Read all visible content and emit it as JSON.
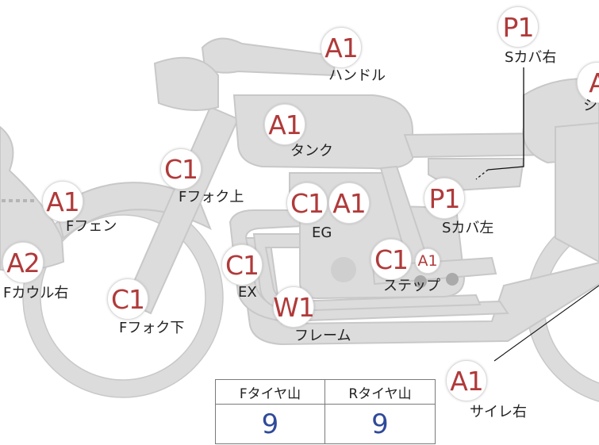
{
  "colors": {
    "body": "#dcdcdc",
    "outline": "#c4c4c4",
    "badge_text": "#b03a3a",
    "value_text": "#2f4a9a",
    "marker_dot": "#aaaaaa"
  },
  "badges": {
    "handle": "A1",
    "seat_cover_right": "P1",
    "seat_partial": "A",
    "tank": "A1",
    "front_fork_upper": "C1",
    "front_fender": "A1",
    "engine_c": "C1",
    "engine_a": "A1",
    "seat_cover_left": "P1",
    "front_cowl_right": "A2",
    "exhaust": "C1",
    "step_c": "C1",
    "step_a": "A1",
    "front_fork_lower": "C1",
    "frame": "W1",
    "silencer_right": "A1"
  },
  "labels": {
    "handle": "ハンドル",
    "seat_cover_right": "Sカバ右",
    "seat_partial": "シ",
    "tank": "タンク",
    "front_fork_upper": "Fフォク上",
    "front_fender": "Fフェン",
    "engine": "EG",
    "seat_cover_left": "Sカバ左",
    "front_cowl_right": "Fカウル右",
    "exhaust": "EX",
    "step": "ステップ",
    "front_fork_lower": "Fフォク下",
    "frame": "フレーム",
    "silencer_right": "サイレ右"
  },
  "tire_table": {
    "front_header": "Fタイヤ山",
    "rear_header": "Rタイヤ山",
    "front_value": "9",
    "rear_value": "9"
  }
}
